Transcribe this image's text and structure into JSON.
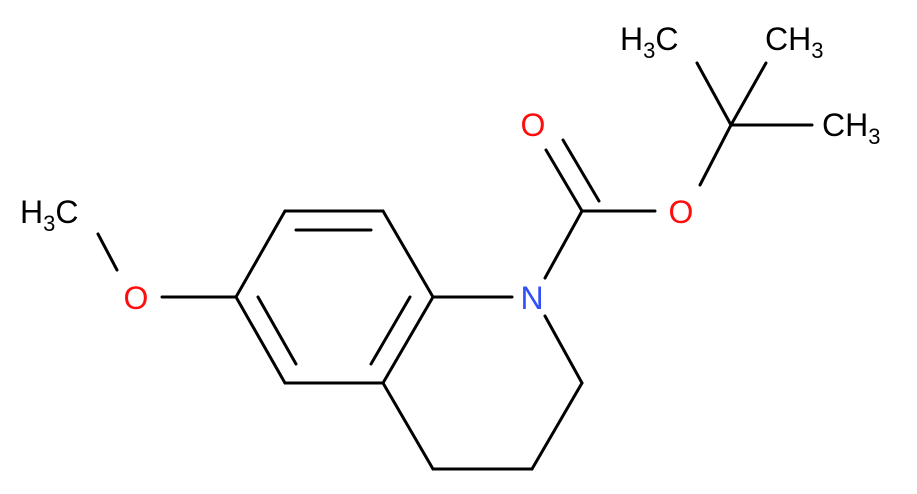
{
  "structure": {
    "atoms": [
      {
        "id": "n1",
        "element": "N",
        "color": "#3050f8"
      },
      {
        "id": "o-carbonyl",
        "element": "O",
        "color": "#ff0d0d"
      },
      {
        "id": "o-ester",
        "element": "O",
        "color": "#ff0d0d"
      },
      {
        "id": "o-methoxy",
        "element": "O",
        "color": "#ff0d0d"
      }
    ],
    "methyl_groups": {
      "top_left": {
        "main": "H",
        "sub": "3",
        "tail": "C"
      },
      "top_right": {
        "main": "CH",
        "sub": "3"
      },
      "right": {
        "main": "CH",
        "sub": "3"
      },
      "methoxy": {
        "main": "H",
        "sub": "3",
        "tail": "C"
      }
    }
  }
}
